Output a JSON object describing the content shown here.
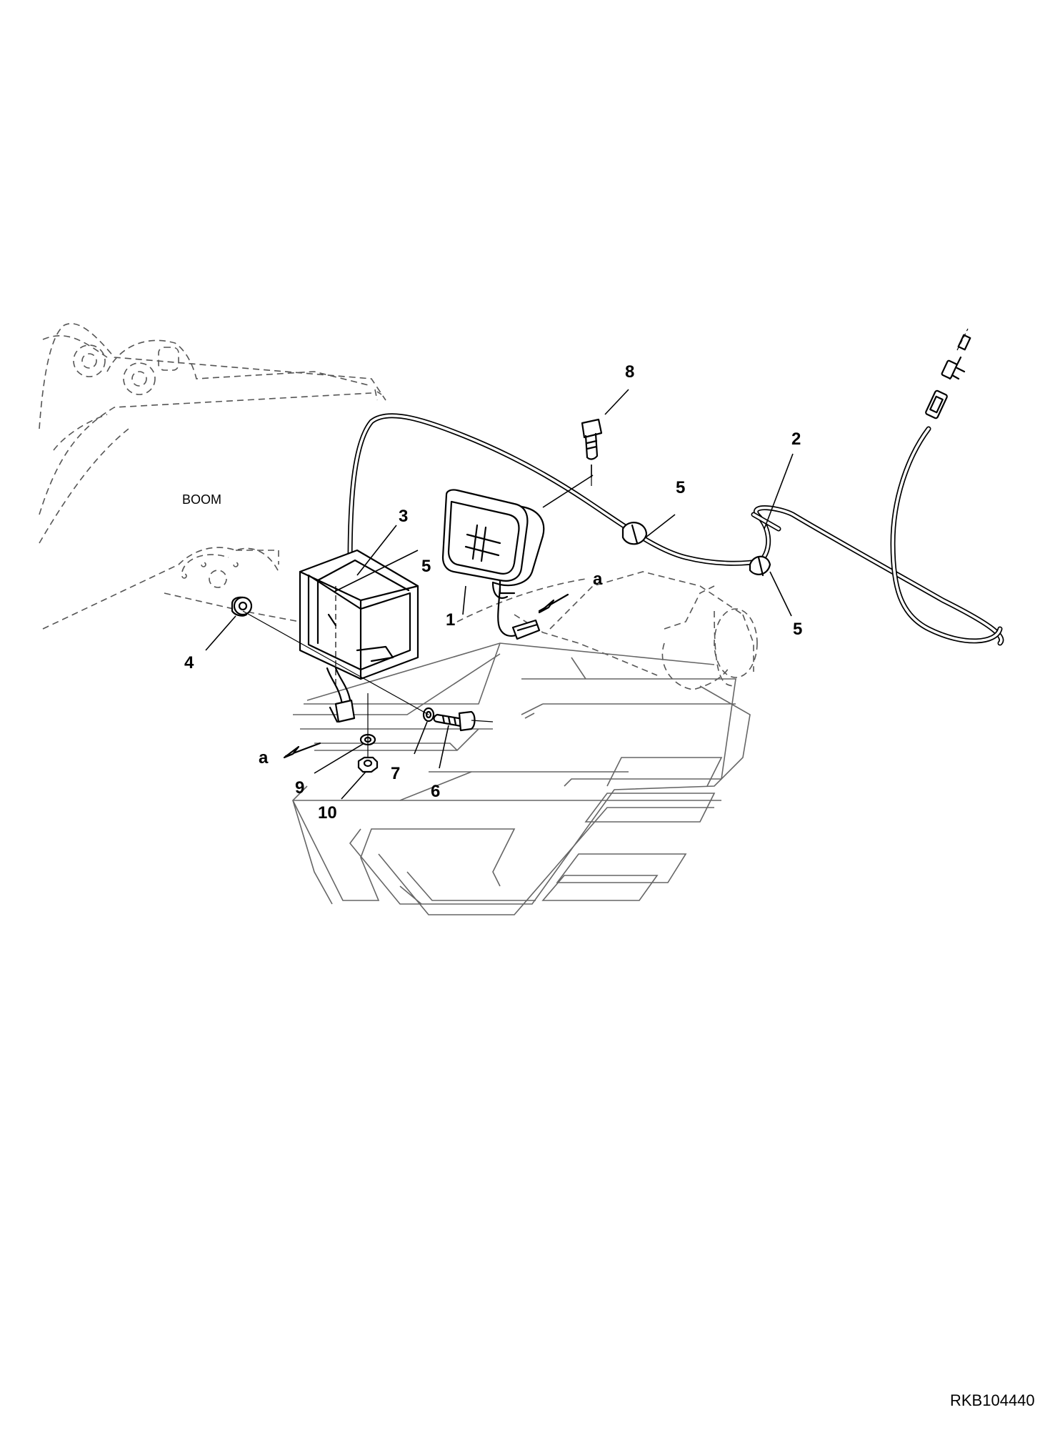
{
  "boom_label": "BOOM",
  "drawing_id": "RKB104440",
  "callouts": {
    "c1": "1",
    "c2": "2",
    "c3": "3",
    "c4": "4",
    "c5a": "5",
    "c5b": "5",
    "c5c": "5",
    "c6": "6",
    "c7": "7",
    "c8": "8",
    "c9": "9",
    "c10": "10",
    "a1": "a",
    "a2": "a"
  }
}
